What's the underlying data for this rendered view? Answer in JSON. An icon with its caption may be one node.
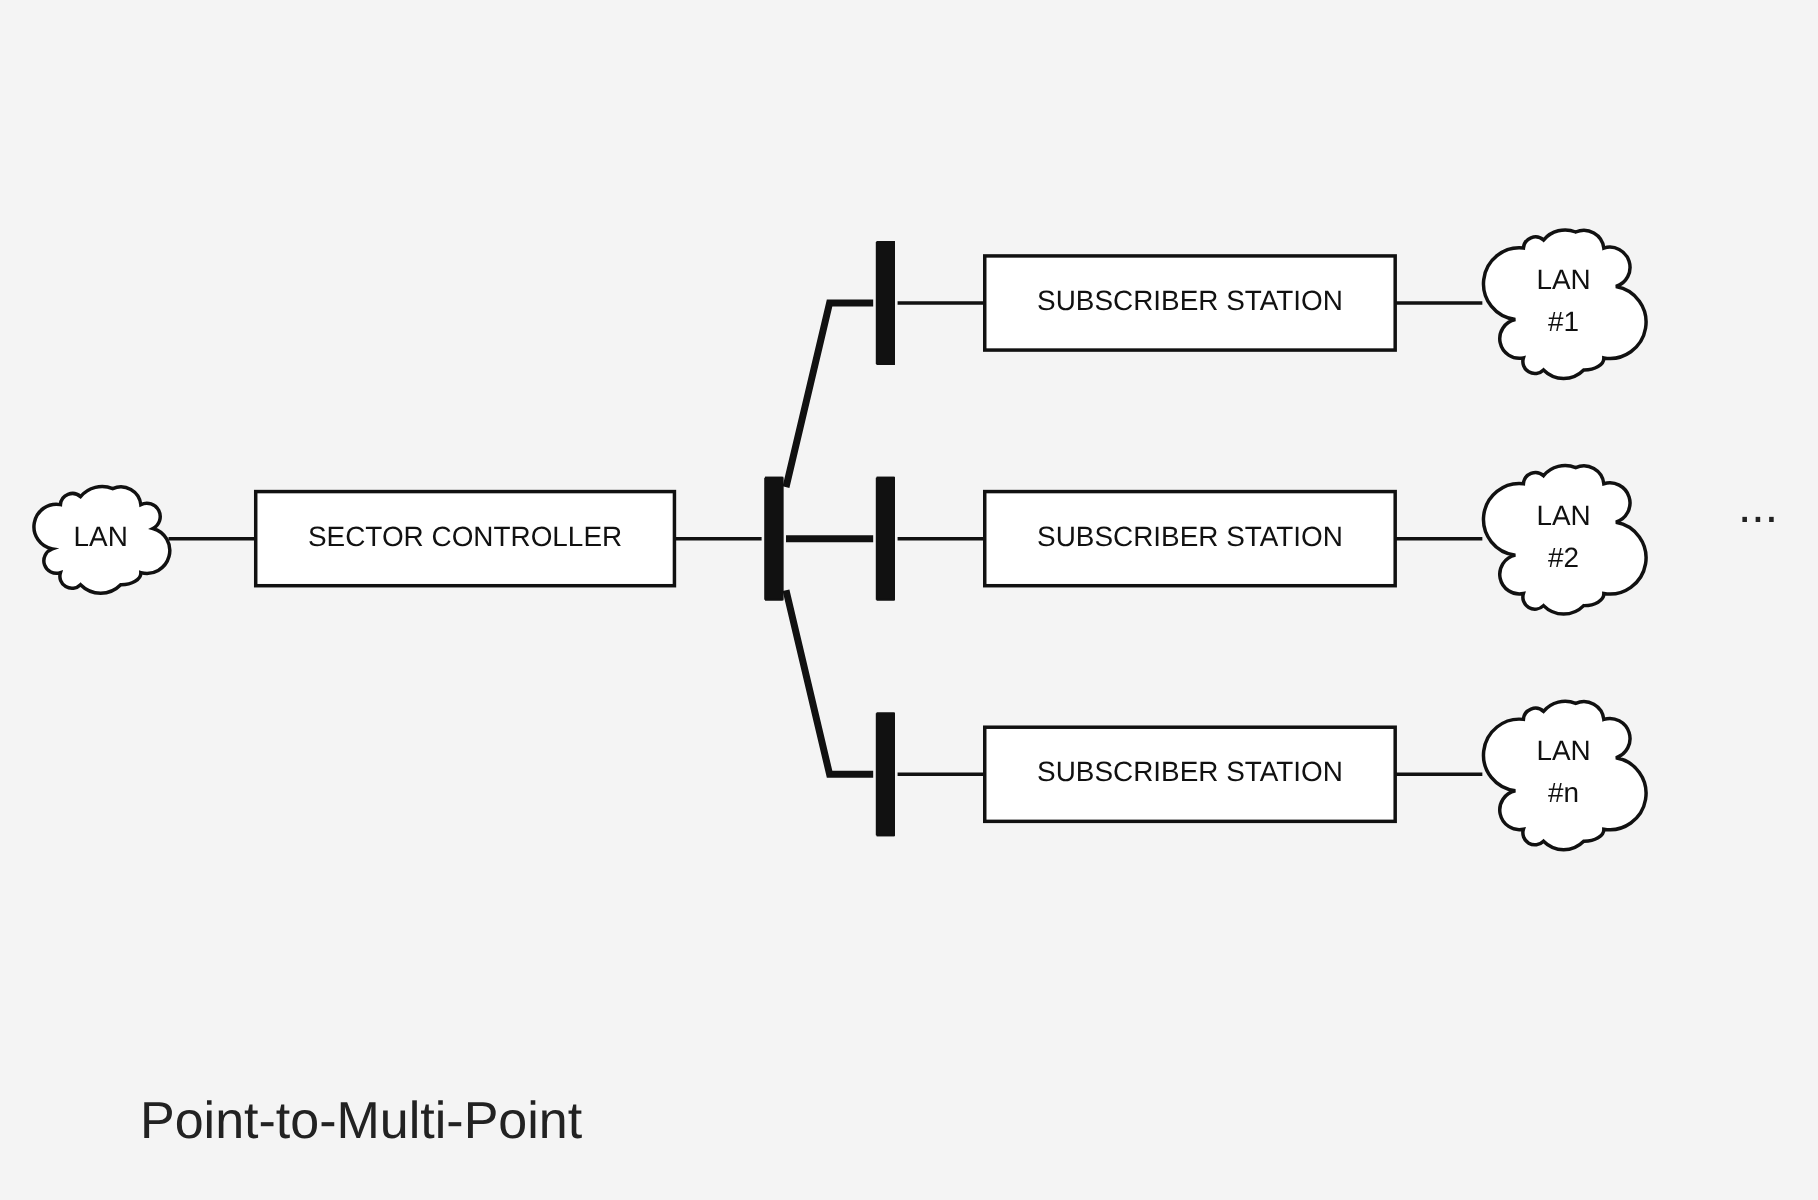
{
  "diagram": {
    "caption": "Point-to-Multi-Point",
    "nodes": [
      {
        "text": [
          "LAN"
        ]
      },
      {
        "text": [
          "SECTOR CONTROLLER"
        ]
      },
      {
        "text": [],
        "shape": "bar"
      },
      {
        "text": [],
        "shape": "bar"
      },
      {
        "text": [
          "SUBSCRIBER STATION"
        ]
      },
      {
        "text": [
          "LAN",
          "#1"
        ]
      },
      {
        "text": [],
        "shape": "bar"
      },
      {
        "text": [
          "SUBSCRIBER STATION"
        ]
      },
      {
        "text": [
          "LAN",
          "#2"
        ]
      },
      {
        "text": [],
        "shape": "bar"
      },
      {
        "text": [
          "SUBSCRIBER STATION"
        ]
      },
      {
        "text": [
          "LAN",
          "#n"
        ]
      }
    ],
    "edges": [
      {
        "from": 0,
        "to": 1,
        "arrow": "none"
      },
      {
        "from": 1,
        "to": 2,
        "arrow": "none"
      },
      {
        "from": 2,
        "to": 3,
        "arrow": "none",
        "style": "thick"
      },
      {
        "from": 2,
        "to": 6,
        "arrow": "none",
        "style": "thick"
      },
      {
        "from": 2,
        "to": 9,
        "arrow": "none",
        "style": "thick"
      },
      {
        "from": 3,
        "to": 4,
        "arrow": "none"
      },
      {
        "from": 4,
        "to": 5,
        "arrow": "none"
      },
      {
        "from": 6,
        "to": 7,
        "arrow": "none"
      },
      {
        "from": 7,
        "to": 8,
        "arrow": "none"
      },
      {
        "from": 9,
        "to": 10,
        "arrow": "none"
      },
      {
        "from": 10,
        "to": 11,
        "arrow": "none"
      }
    ],
    "labels": [
      "..."
    ]
  }
}
